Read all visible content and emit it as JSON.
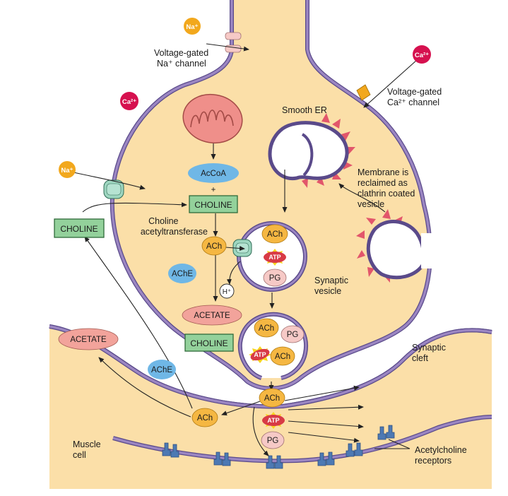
{
  "labels": {
    "na_channel": [
      "Voltage-gated",
      "Na⁺ channel"
    ],
    "ca_channel": [
      "Voltage-gated",
      "Ca²⁺ channel"
    ],
    "smooth_er": "Smooth ER",
    "membrane_reclaimed": [
      "Membrane is",
      "reclaimed as",
      "clathrin coated",
      "vesicle"
    ],
    "choline_acetyltransferase": [
      "Choline",
      "acetyltransferase"
    ],
    "synaptic_vesicle": [
      "Synaptic",
      "vesicle"
    ],
    "synaptic_cleft": [
      "Synaptic",
      "cleft"
    ],
    "muscle_cell": [
      "Muscle",
      "cell"
    ],
    "acetylcholine_receptors": [
      "Acetylcholine",
      "receptors"
    ]
  },
  "ions": {
    "na": "Na⁺",
    "ca": "Ca²⁺",
    "h": "H⁺"
  },
  "molecules": {
    "accoa": "AcCoA",
    "plus": "+",
    "choline": "CHOLINE",
    "ach": "ACh",
    "ache": "AChE",
    "acetate": "ACETATE",
    "atp": "ATP",
    "pg": "PG"
  },
  "colors": {
    "cytoplasm": "#fbdfa8",
    "membrane": "#9b86c2",
    "membrane_edge": "#5a4a8a",
    "ion_sodium": "#f2a81d",
    "ion_calcium": "#d6114f",
    "ach": "#f5b742",
    "ache": "#6fb7e6",
    "choline_box": "#93d19b",
    "acetate": "#f2a39b",
    "atp": "#d83a45",
    "atp_burst": "#f7d51e",
    "pg": "#f6c9c6",
    "mitochondrion": "#ef8f8a",
    "clathrin": "#e2566b",
    "receptor": "#4d79b3",
    "channel": "#9ed6c0"
  }
}
